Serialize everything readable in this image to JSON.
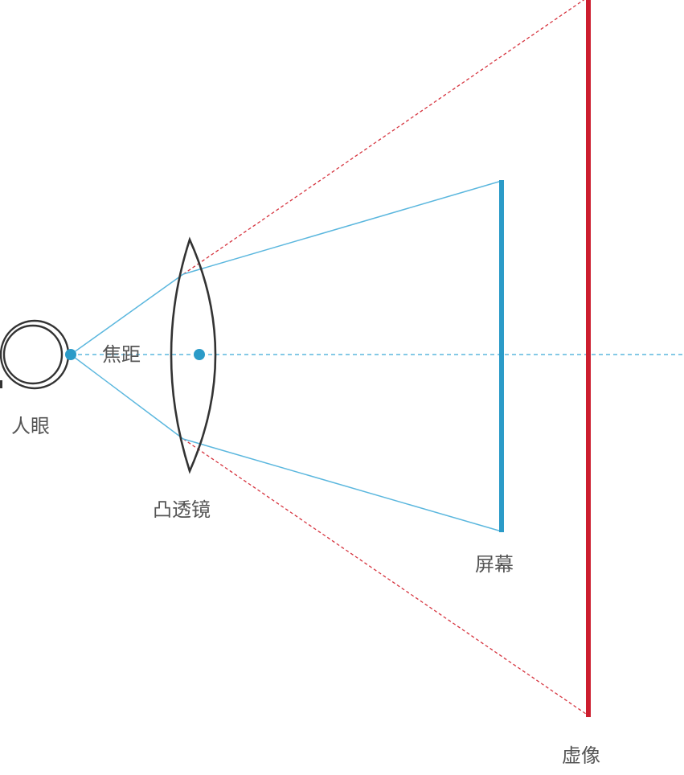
{
  "labels": {
    "focal_length": "焦距",
    "eye": "人眼",
    "lens": "凸透镜",
    "screen": "屏幕",
    "virtual_image": "虚像"
  },
  "colors": {
    "background": "#ffffff",
    "ray_blue": "#5bb7de",
    "screen_blue": "#2b9bc8",
    "focal_point_blue": "#2b9bc8",
    "virtual_image_red": "#cc1d2e",
    "dashed_red": "#d6343f",
    "outline": "#333333",
    "label_text": "#555555"
  },
  "icons": {
    "eye": "eye-icon"
  }
}
